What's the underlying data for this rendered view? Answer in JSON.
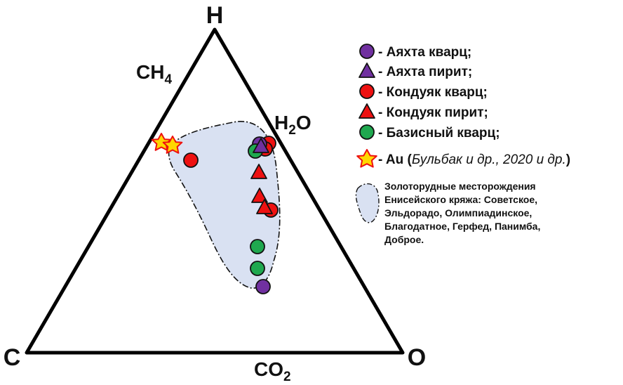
{
  "vertices": {
    "top": "H",
    "left": "C",
    "right": "O"
  },
  "edge_labels": {
    "ch4_main": "CH",
    "ch4_sub": "4",
    "h2o_main": "H",
    "h2o_sub": "2",
    "h2o_tail": "O",
    "co2_main": "CO",
    "co2_sub": "2"
  },
  "legend": {
    "items": [
      {
        "label": "- Аяхта кварц;",
        "marker": "circle",
        "color": "#7030a0"
      },
      {
        "label": "- Аяхта пирит;",
        "marker": "triangle",
        "color": "#7030a0"
      },
      {
        "label": "- Кондуяк кварц;",
        "marker": "circle",
        "color": "#ee1111"
      },
      {
        "label": "- Кондуяк пирит;",
        "marker": "triangle",
        "color": "#ee1111"
      },
      {
        "label": "- Базисный кварц;",
        "marker": "circle",
        "color": "#1fa84f"
      }
    ],
    "au": {
      "prefix": "- Au (",
      "italic": "Бульбак и др., 2020 и др.",
      "suffix": ")",
      "marker": "star",
      "color": "#ffd700"
    },
    "field_note": [
      "Золоторудные месторождения",
      "Енисейского кряжа: Советское,",
      "Эльдорадо, Олимпиадинское,",
      "Благодатное, Герфед, Панимба,",
      "Доброе."
    ],
    "field_color": "#d9e1f2"
  }
}
